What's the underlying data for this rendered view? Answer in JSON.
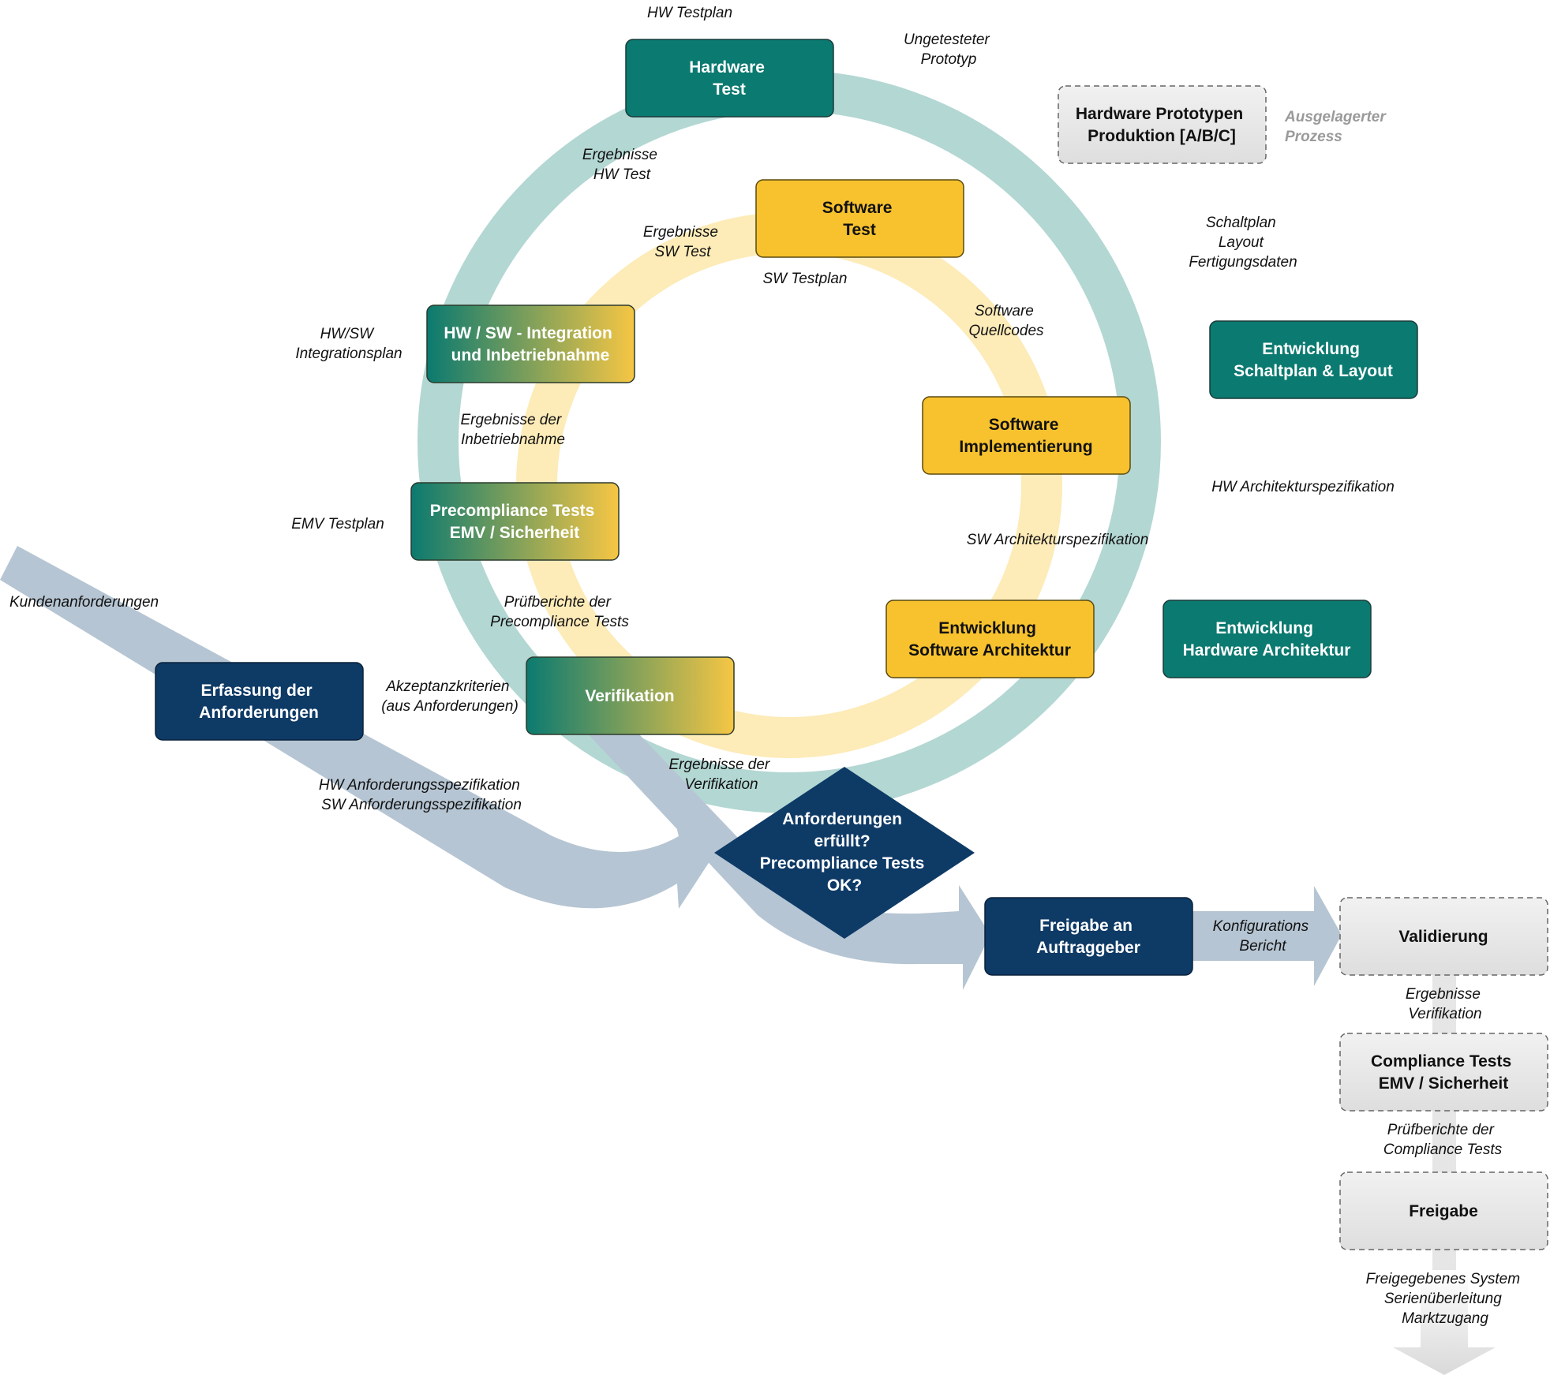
{
  "colors": {
    "teal_dark": "#0b7a70",
    "teal_ring": "#b3d7d3",
    "yellow_box": "#f7c22e",
    "yellow_ring": "#fdebb8",
    "navy": "#0e3a66",
    "grey_arrow": "#b6c5d3",
    "grey_box": "#e7e7e7"
  },
  "boxes": {
    "hardware_test": [
      "Hardware",
      "Test"
    ],
    "hw_prototypen": [
      "Hardware Prototypen",
      "Produktion [A/B/C]"
    ],
    "entw_schaltplan": [
      "Entwicklung",
      "Schaltplan & Layout"
    ],
    "entw_hw_arch": [
      "Entwicklung",
      "Hardware Architektur"
    ],
    "software_test": [
      "Software",
      "Test"
    ],
    "sw_impl": [
      "Software",
      "Implementierung"
    ],
    "entw_sw_arch": [
      "Entwicklung",
      "Software Architektur"
    ],
    "hw_sw_integration": [
      "HW / SW - Integration",
      "und Inbetriebnahme"
    ],
    "precompliance": [
      "Precompliance Tests",
      "EMV / Sicherheit"
    ],
    "verifikation": [
      "Verifikation"
    ],
    "erfassung": [
      "Erfassung der",
      "Anforderungen"
    ],
    "decision": [
      "Anforderungen",
      "erfüllt?",
      "Precompliance Tests",
      "OK?"
    ],
    "freigabe_auftraggeber": [
      "Freigabe an",
      "Auftraggeber"
    ],
    "validierung": [
      "Validierung"
    ],
    "compliance_tests": [
      "Compliance Tests",
      "EMV / Sicherheit"
    ],
    "freigabe": [
      "Freigabe"
    ]
  },
  "labels": {
    "hw_testplan": [
      "HW Testplan"
    ],
    "ungetesteter_prototyp": [
      "Ungetesteter",
      "Prototyp"
    ],
    "ausgelagerter_prozess": [
      "Ausgelagerter",
      "Prozess"
    ],
    "ergebnisse_hw_test": [
      "Ergebnisse",
      "HW Test"
    ],
    "ergebnisse_sw_test": [
      "Ergebnisse",
      "SW Test"
    ],
    "sw_testplan": [
      "SW Testplan"
    ],
    "schaltplan_layout": [
      "Schaltplan",
      "Layout",
      "Fertigungsdaten"
    ],
    "software_quellcodes": [
      "Software",
      "Quellcodes"
    ],
    "hw_sw_integrationsplan": [
      "HW/SW",
      "Integrationsplan"
    ],
    "ergebnisse_inbetriebnahme": [
      "Ergebnisse der",
      "Inbetriebnahme"
    ],
    "hw_arch_spez": [
      "HW Architekturspezifikation"
    ],
    "emv_testplan": [
      "EMV Testplan"
    ],
    "sw_arch_spez": [
      "SW Architekturspezifikation"
    ],
    "kundenanforderungen": [
      "Kundenanforderungen"
    ],
    "pruefberichte_precompliance": [
      "Prüfberichte der",
      "Precompliance Tests"
    ],
    "akzeptanzkriterien": [
      "Akzeptanzkriterien",
      "(aus Anforderungen)"
    ],
    "ergebnisse_verifikation": [
      "Ergebnisse der",
      "Verifikation"
    ],
    "anforderungsspez": [
      "HW Anforderungsspezifikation",
      "SW Anforderungsspezifikation"
    ],
    "konfigurations_bericht": [
      "Konfigurations",
      "Bericht"
    ],
    "ergebnisse_verifikation_2": [
      "Ergebnisse",
      "Verifikation"
    ],
    "pruefberichte_compliance": [
      "Prüfberichte der",
      "Compliance Tests"
    ],
    "freigegebenes_system": [
      "Freigegebenes System",
      "Serienüberleitung",
      "Marktzugang"
    ]
  }
}
